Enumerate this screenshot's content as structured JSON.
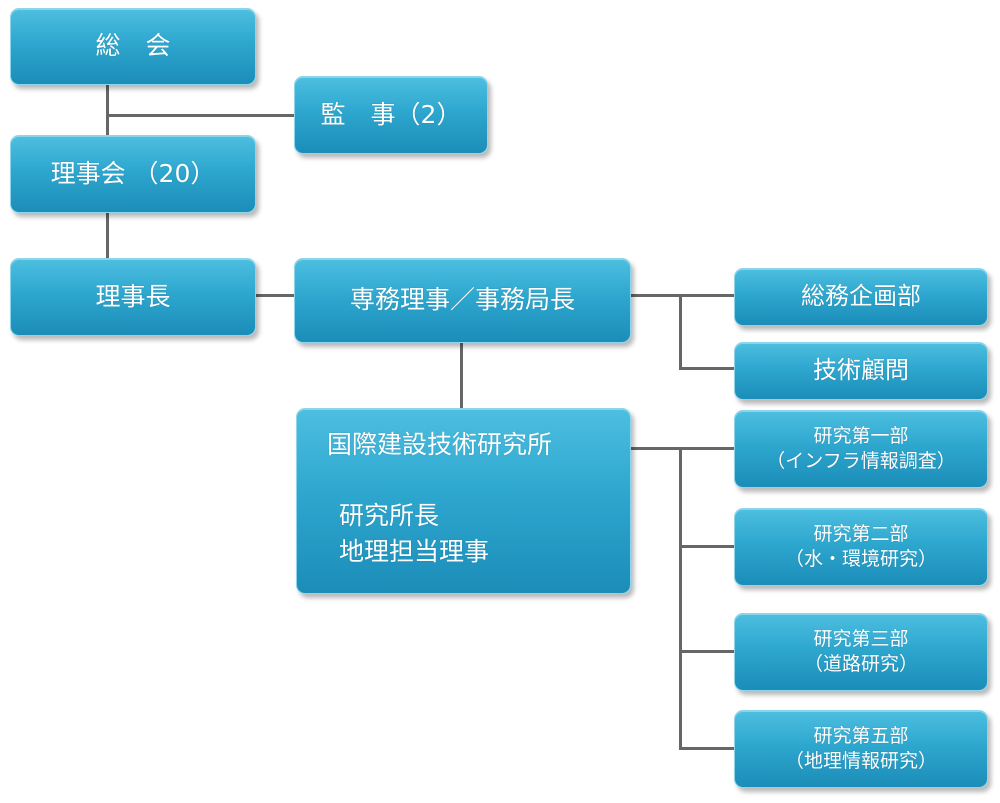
{
  "org": {
    "general_assembly": "総　会",
    "auditors": "監　事（2）",
    "board": "理事会 （20）",
    "chairman": "理事長",
    "executive_director": "専務理事／事務局長",
    "general_affairs": "総務企画部",
    "technical_advisor": "技術顧問",
    "institute": {
      "name": "国際建設技術研究所",
      "director": "研究所長",
      "geo_director": "地理担当理事"
    },
    "dept1": {
      "name": "研究第一部",
      "sub": "（インフラ情報調査）"
    },
    "dept2": {
      "name": "研究第二部",
      "sub": "（水・環境研究）"
    },
    "dept3": {
      "name": "研究第三部",
      "sub": "（道路研究）"
    },
    "dept5": {
      "name": "研究第五部",
      "sub": "（地理情報研究）"
    }
  }
}
